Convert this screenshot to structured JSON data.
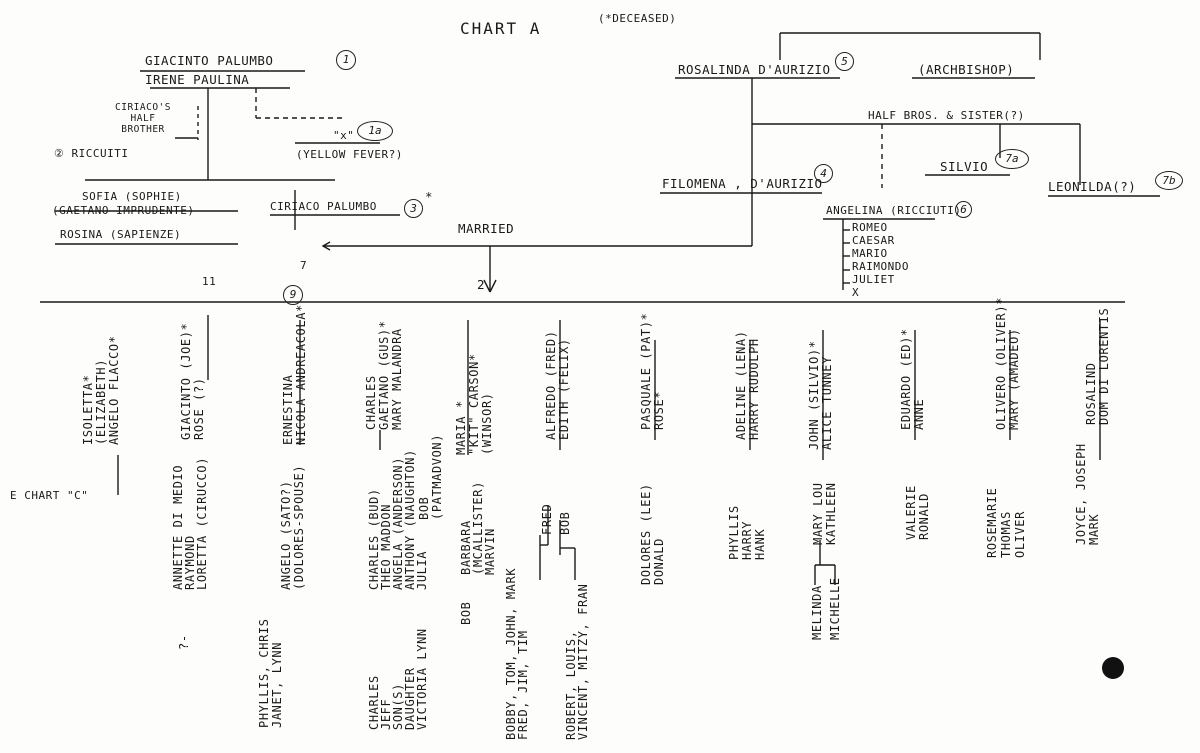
{
  "title": "CHART A",
  "title_note": "(*DECEASED)",
  "markers": {
    "m1": "1",
    "m1a": "1a",
    "m3": "3",
    "m4": "4",
    "m5": "5",
    "m6": "6",
    "m7a": "7a",
    "m7b": "7b",
    "m9": "9",
    "x_mark": "\"x\""
  },
  "top_left": {
    "giacinto": "GIACINTO PALUMBO",
    "irene": "IRENE PAULINA",
    "ciriaco_half_brother": [
      "CIRIACO'S",
      "HALF",
      "BROTHER"
    ],
    "ricciuti": "RICCUITI",
    "yellow_fever": "(YELLOW FEVER?)",
    "sofia": "SOFIA (SOPHIE)",
    "gaetano_imprudente": "(GAETANO IMPRUDENTE)",
    "rosina": "ROSINA (SAPIENZE)",
    "ciriaco": "CIRIACO PALUMBO",
    "star": "*",
    "eleven": "11",
    "seven": "7"
  },
  "top_right": {
    "rosalinda": "ROSALINDA D'AURIZIO",
    "archbishop": "(ARCHBISHOP)",
    "half_bros": "HALF BROS. & SISTER(?)",
    "silvio": "SILVIO",
    "leonilda": "LEONILDA(?)",
    "filomena": "FILOMENA , D'AURIZIO",
    "angelina": "ANGELINA (RICCIUTI)",
    "angelina_children": [
      "ROMEO",
      "CAESAR",
      "MARIO",
      "RAIMONDO",
      "JULIET",
      "X"
    ],
    "married": "MARRIED",
    "two": "2"
  },
  "children": [
    {
      "lines": [
        "ISOLETTA*",
        "(ELIZABETH)",
        "ANGELO FLACCO*"
      ]
    },
    {
      "lines": [
        "GIACINTO (JOE)*",
        "ROSE    (?)"
      ]
    },
    {
      "lines": [
        "ERNESTINA",
        "NICOLA ANDREACOLA*"
      ]
    },
    {
      "lines": [
        "CHARLES",
        "GAETANO (GUS)*",
        "MARY MALANDRA"
      ]
    },
    {
      "lines": [
        "MARIA *",
        "\"KIT\" CARSON*",
        "(WINSOR)"
      ]
    },
    {
      "lines": [
        "ALFREDO (FRED)",
        "EDITH (FELIX)"
      ]
    },
    {
      "lines": [
        "PASQUALE (PAT)*",
        "ROSE*"
      ]
    },
    {
      "lines": [
        "ADELINE (LENA)",
        "HARRY RUDOLPH"
      ]
    },
    {
      "lines": [
        "JOHN (SILVIO)*",
        "ALICE TUNNEY"
      ]
    },
    {
      "lines": [
        "EDUARDO (ED)*",
        "ANNE"
      ]
    },
    {
      "lines": [
        "OLIVERO (OLIVER)*",
        "MARY (AMADEO)"
      ]
    },
    {
      "lines": [
        "ROSALIND",
        "DOM DI LORENTIS"
      ]
    }
  ],
  "grandchildren": {
    "chart_c": "E CHART \"C\"",
    "annette": [
      "ANNETTE DI MEDIO",
      "RAYMOND",
      "LORETTA (CIRUCCO)"
    ],
    "q_arrow": "?-",
    "angelo": [
      "ANGELO (SATO?)",
      "(DOLORES-SPOUSE)"
    ],
    "phyllis": [
      "PHYLLIS, CHRIS",
      "JANET, LYNN"
    ],
    "charles_bud": [
      "CHARLES (BUD)",
      "THEO MADDON",
      "ANGELA (ANDERSON)",
      "ANTHONY (NAUGHTON)",
      "JULIA"
    ],
    "bob_patmadvon": [
      "BOB",
      "(PATMADVON)"
    ],
    "charles_jeff": [
      "CHARLES",
      "JEFF",
      "SON(S)",
      "DAUGHTER",
      "VICTORIA LYNN"
    ],
    "barbara": [
      "BARBARA",
      "(MCALLISTER)",
      "MARVIN"
    ],
    "bob": "BOB",
    "fred_bob": [
      "FRED",
      "BOB"
    ],
    "bobby": [
      "BOBBY, TOM, JOHN, MARK",
      "FRED, JIM, TIM"
    ],
    "robert": [
      "ROBERT, LOUIS,",
      "VINCENT, MITZY, FRAN"
    ],
    "dolores": [
      "DOLORES (LEE)",
      "DONALD"
    ],
    "phyllis_harry": [
      "PHYLLIS",
      "HARRY",
      "HANK"
    ],
    "mary_lou": [
      "MARY LOU",
      "KATHLEEN"
    ],
    "melinda": [
      "MELINDA",
      "MICHELLE"
    ],
    "valerie": [
      "VALERIE",
      "RONALD"
    ],
    "rosemarie": [
      "ROSEMARIE",
      "THOMAS",
      "OLIVER"
    ],
    "joyce": [
      "JOYCE, JOSEPH",
      "MARK"
    ]
  }
}
